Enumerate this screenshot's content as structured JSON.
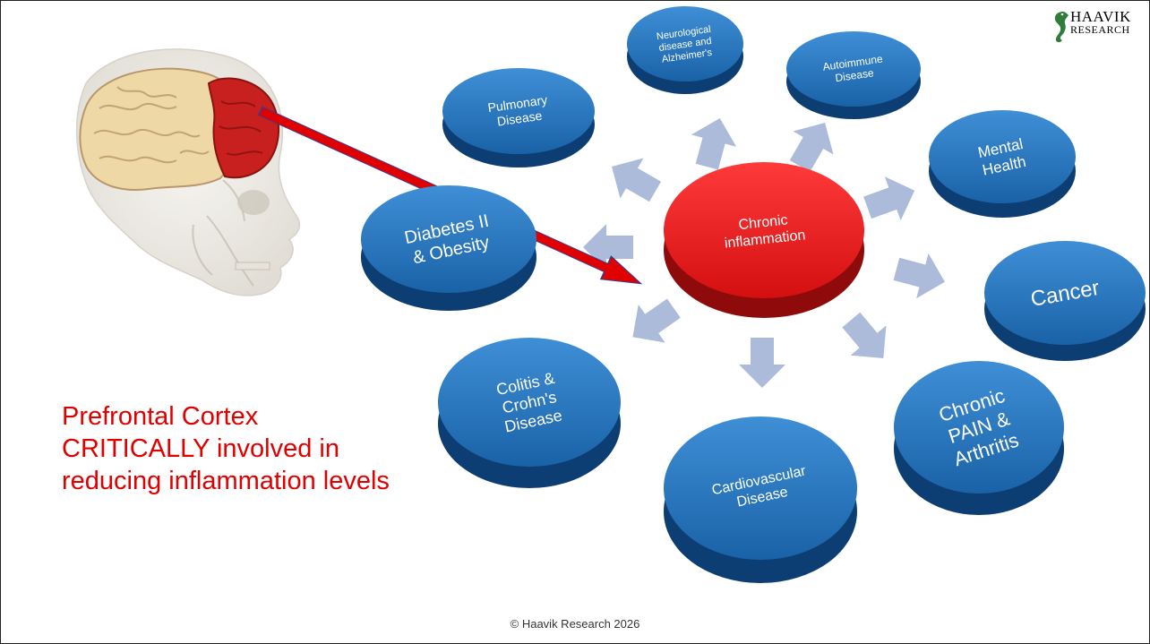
{
  "logo": {
    "name": "HAAVIK",
    "subtitle": "RESEARCH"
  },
  "diagram": {
    "center": {
      "lines": [
        "Chronic",
        "inflammation"
      ]
    },
    "nodes": [
      {
        "id": "neurological",
        "lines": [
          "Neurological",
          "disease and",
          "Alzheimer's"
        ]
      },
      {
        "id": "autoimmune",
        "lines": [
          "Autoimmune",
          "Disease"
        ]
      },
      {
        "id": "pulmonary",
        "lines": [
          "Pulmonary",
          "Disease"
        ]
      },
      {
        "id": "mental-health",
        "lines": [
          "Mental",
          "Health"
        ]
      },
      {
        "id": "diabetes",
        "lines": [
          "Diabetes II",
          "& Obesity"
        ]
      },
      {
        "id": "cancer",
        "lines": [
          "Cancer"
        ]
      },
      {
        "id": "colitis",
        "lines": [
          "Colitis &",
          "Crohn's",
          "Disease"
        ]
      },
      {
        "id": "chronic-pain",
        "lines": [
          "Chronic",
          "PAIN &",
          "Arthritis"
        ]
      },
      {
        "id": "cardiovascular",
        "lines": [
          "Cardiovascular",
          "Disease"
        ]
      }
    ]
  },
  "caption": {
    "lines": [
      "Prefrontal Cortex",
      "CRITICALLY involved in",
      "reducing inflammation levels"
    ]
  },
  "footer": {
    "text": "© Haavik Research 2026"
  },
  "colors": {
    "disc": "#1f6db3",
    "disc_side": "#0d3e73",
    "center_disc": "#ee1c1c",
    "center_side": "#8f0b0b",
    "arrow": "#a9b8d9",
    "caption": "#e10000",
    "cortex": "#c8201e",
    "brain": "#eed9a6"
  }
}
